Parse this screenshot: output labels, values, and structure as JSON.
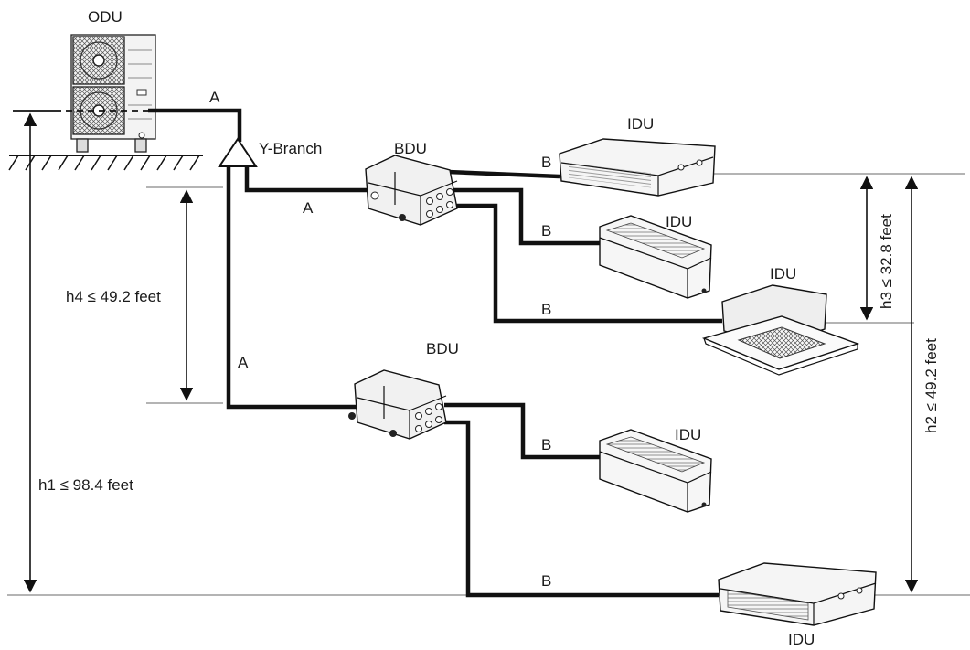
{
  "labels": {
    "odu": "ODU",
    "y_branch": "Y-Branch",
    "bdu": "BDU",
    "idu": "IDU",
    "pipe_a": "A",
    "pipe_b": "B"
  },
  "dimensions": {
    "h1": "h1 ≤ 98.4 feet",
    "h2": "h2 ≤ 49.2 feet",
    "h3": "h3 ≤ 32.8 feet",
    "h4": "h4 ≤ 49.2 feet"
  }
}
